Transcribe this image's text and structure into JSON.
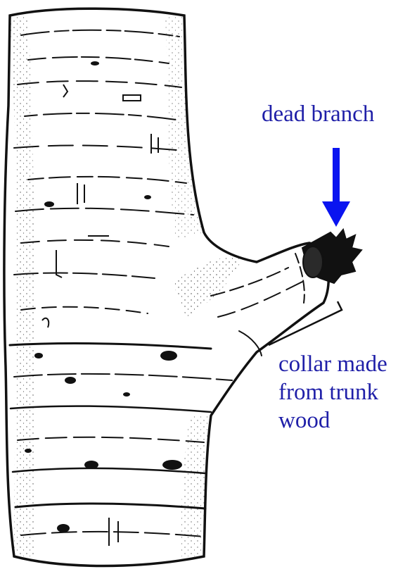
{
  "labels": {
    "dead_branch": "dead branch",
    "collar_lines": [
      "collar made",
      "from trunk",
      "wood"
    ]
  },
  "colors": {
    "label_text": "#1f1fa8",
    "arrow": "#0a14f0",
    "ink": "#111111",
    "background": "#ffffff"
  }
}
